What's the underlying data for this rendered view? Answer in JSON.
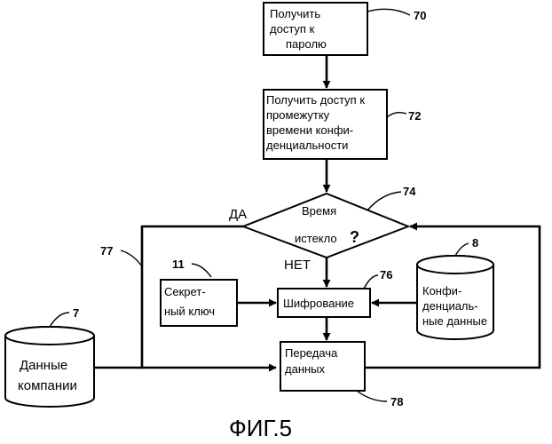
{
  "figure_label": "ФИГ.5",
  "steps": {
    "get_password": {
      "num": "70",
      "lines": [
        "Получить",
        "доступ к",
        "паролю"
      ]
    },
    "get_period": {
      "num": "72",
      "lines": [
        "Получить доступ к",
        "промежутку",
        "времени конфи-",
        "денциальности"
      ]
    },
    "time_expired": {
      "num": "74",
      "lines": [
        "Время",
        "истекло"
      ],
      "question": "?"
    },
    "encryption": {
      "num": "76",
      "label": "Шифрование"
    },
    "transmit": {
      "num": "78",
      "lines": [
        "Передача",
        "данных"
      ]
    }
  },
  "secret_key": {
    "num": "11",
    "lines": [
      "Секрет-",
      "ный ключ"
    ]
  },
  "confidential_data": {
    "num": "8",
    "lines": [
      "Конфи-",
      "денциаль-",
      "ные данные"
    ]
  },
  "company_data": {
    "num": "7",
    "lines": [
      "Данные",
      "компании"
    ]
  },
  "loop": {
    "num": "77"
  },
  "branches": {
    "yes": "ДА",
    "no": "НЕТ"
  }
}
